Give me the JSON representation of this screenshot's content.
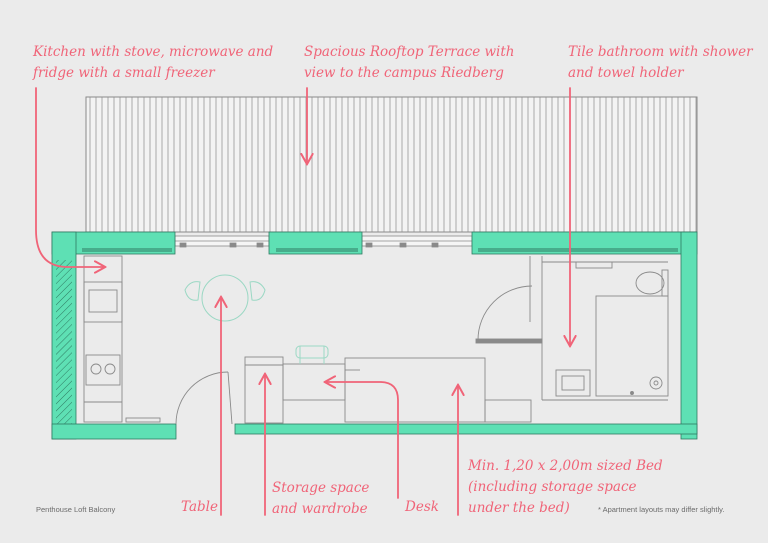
{
  "annotations": {
    "kitchen": [
      "Kitchen with stove, microwave and",
      "fridge with a small freezer"
    ],
    "terrace": [
      "Spacious Rooftop Terrace with",
      "view to the campus Riedberg"
    ],
    "bathroom": [
      "Tile bathroom with shower",
      "and towel holder"
    ],
    "table": "Table",
    "storage": [
      "Storage space",
      "and wardrobe"
    ],
    "desk": "Desk",
    "bed": [
      "Min. 1,20 x 2,00m sized Bed",
      "(including storage space",
      "under the bed)"
    ]
  },
  "footer": {
    "caption": "Penthouse Loft Balcony",
    "disclaimer": "* Apartment layouts may differ slightly."
  },
  "colors": {
    "wall": "#5ee0b4",
    "line": "#8a8a8a",
    "accent": "#f06478",
    "background": "#ebebeb",
    "furniture": "#9bd8c4"
  }
}
